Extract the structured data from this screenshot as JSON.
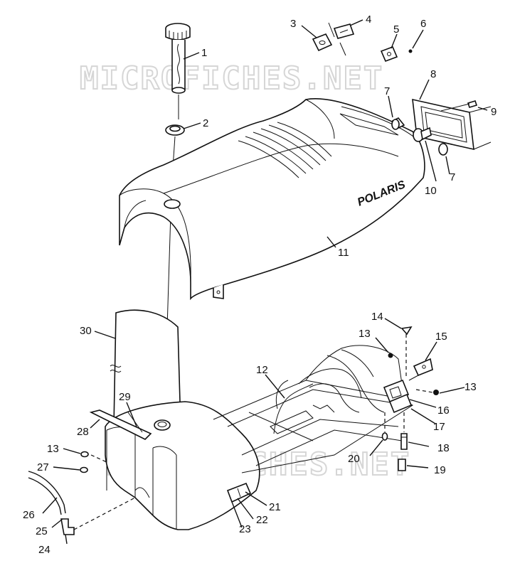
{
  "watermark": "MICROFICHES.NET",
  "seat_logo": "POLARIS",
  "callouts": [
    {
      "id": "c1",
      "text": "1"
    },
    {
      "id": "c2",
      "text": "2"
    },
    {
      "id": "c3",
      "text": "3"
    },
    {
      "id": "c4",
      "text": "4"
    },
    {
      "id": "c5",
      "text": "5"
    },
    {
      "id": "c6",
      "text": "6"
    },
    {
      "id": "c7a",
      "text": "7"
    },
    {
      "id": "c7b",
      "text": "7"
    },
    {
      "id": "c8",
      "text": "8"
    },
    {
      "id": "c9",
      "text": "9"
    },
    {
      "id": "c10",
      "text": "10"
    },
    {
      "id": "c11",
      "text": "11"
    },
    {
      "id": "c12",
      "text": "12"
    },
    {
      "id": "c13a",
      "text": "13"
    },
    {
      "id": "c13b",
      "text": "13"
    },
    {
      "id": "c13c",
      "text": "13"
    },
    {
      "id": "c14",
      "text": "14"
    },
    {
      "id": "c15",
      "text": "15"
    },
    {
      "id": "c16",
      "text": "16"
    },
    {
      "id": "c17",
      "text": "17"
    },
    {
      "id": "c18",
      "text": "18"
    },
    {
      "id": "c19",
      "text": "19"
    },
    {
      "id": "c20",
      "text": "20"
    },
    {
      "id": "c21",
      "text": "21"
    },
    {
      "id": "c22",
      "text": "22"
    },
    {
      "id": "c23",
      "text": "23"
    },
    {
      "id": "c24",
      "text": "24"
    },
    {
      "id": "c25",
      "text": "25"
    },
    {
      "id": "c26",
      "text": "26"
    },
    {
      "id": "c27",
      "text": "27"
    },
    {
      "id": "c28",
      "text": "28"
    },
    {
      "id": "c29",
      "text": "29"
    },
    {
      "id": "c30",
      "text": "30"
    }
  ]
}
